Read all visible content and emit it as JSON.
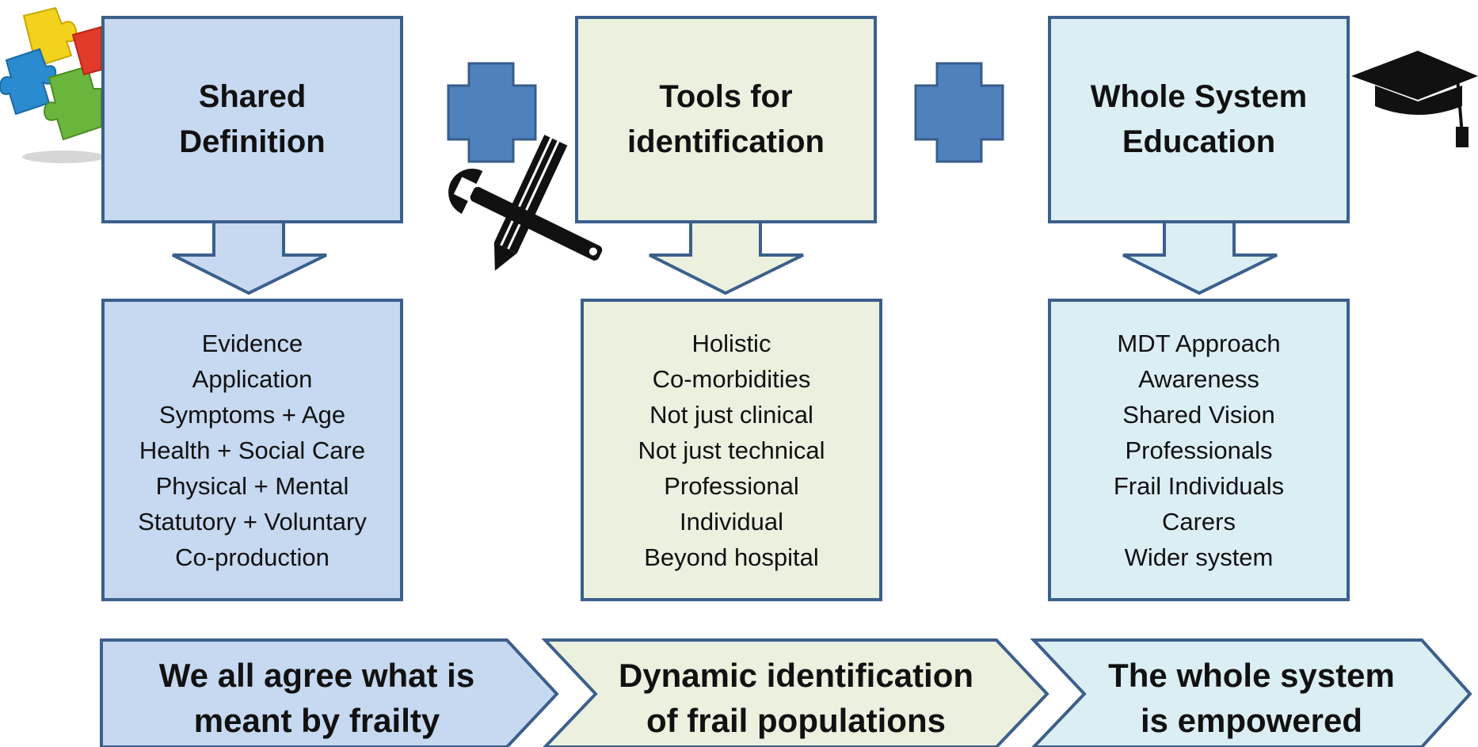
{
  "colors": {
    "col1_fill": "#c6d9f1",
    "col2_fill": "#ebf1de",
    "col3_fill": "#dbeef4",
    "border": "#3c5f8c",
    "plus": "#4f81bd"
  },
  "columns": [
    {
      "heading_line1": "Shared",
      "heading_line2": "Definition",
      "items": [
        "Evidence",
        "Application",
        "Symptoms + Age",
        "Health + Social Care",
        "Physical + Mental",
        "Statutory + Voluntary",
        "Co-production"
      ],
      "outcome_line1": "We all agree what is",
      "outcome_line2": "meant by frailty"
    },
    {
      "heading_line1": "Tools for",
      "heading_line2": "identification",
      "items": [
        "Holistic",
        "Co-morbidities",
        "Not just clinical",
        "Not just technical",
        "Professional",
        "Individual",
        "Beyond hospital"
      ],
      "outcome_line1": "Dynamic identification",
      "outcome_line2": "of frail populations"
    },
    {
      "heading_line1": "Whole System",
      "heading_line2": "Education",
      "items": [
        "MDT Approach",
        "Awareness",
        "Shared Vision",
        "Professionals",
        "Frail Individuals",
        "Carers",
        "Wider system"
      ],
      "outcome_line1": "The whole system",
      "outcome_line2": "is empowered"
    }
  ],
  "icons": [
    "puzzle-icon",
    "plus-icon",
    "wrench-pencil-icon",
    "graduation-cap-icon",
    "down-arrow-icon",
    "chevron-arrow-icon"
  ]
}
